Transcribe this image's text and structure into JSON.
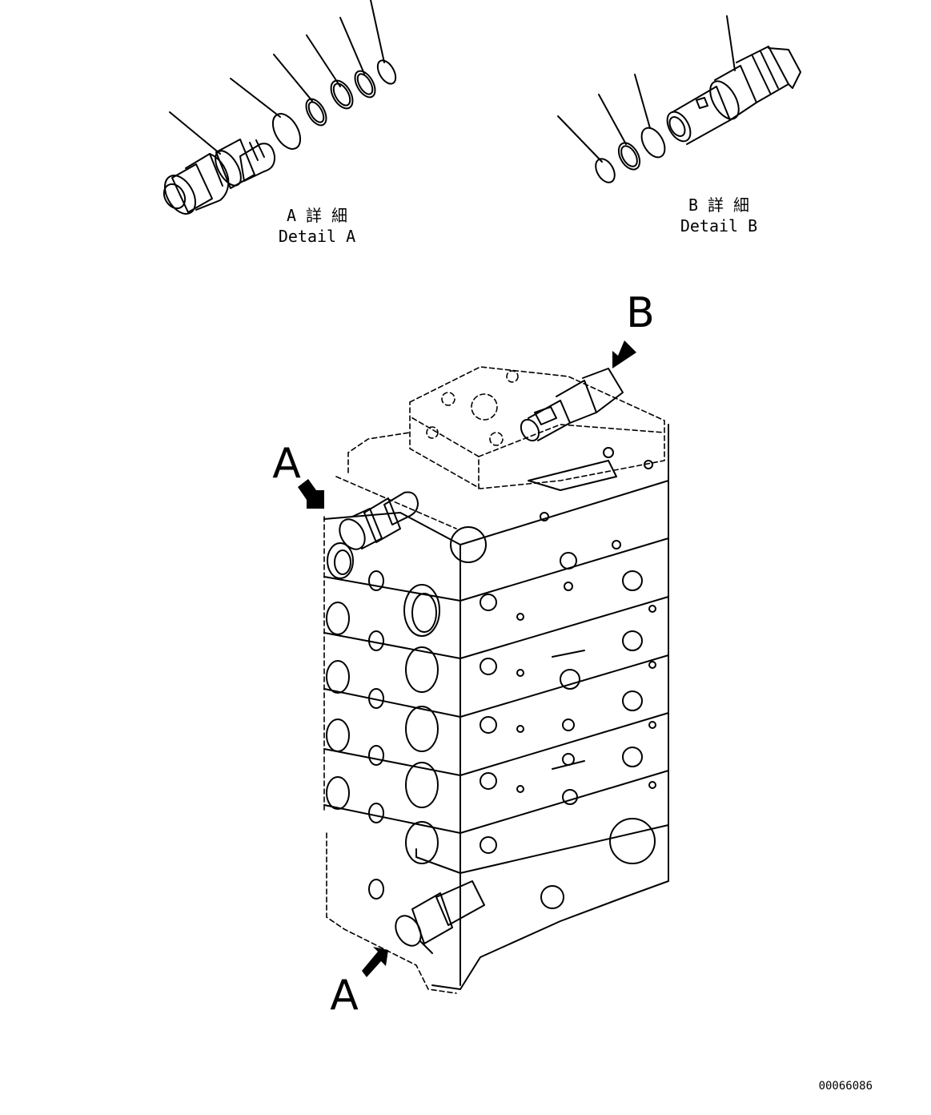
{
  "detail_a": {
    "title_jp": "A 詳 細",
    "title_en": "Detail A"
  },
  "detail_b": {
    "title_jp": "B 詳 細",
    "title_en": "Detail B"
  },
  "callouts": {
    "a_top": "A",
    "a_bottom": "A",
    "b": "B"
  },
  "drawing_number": "00066086"
}
